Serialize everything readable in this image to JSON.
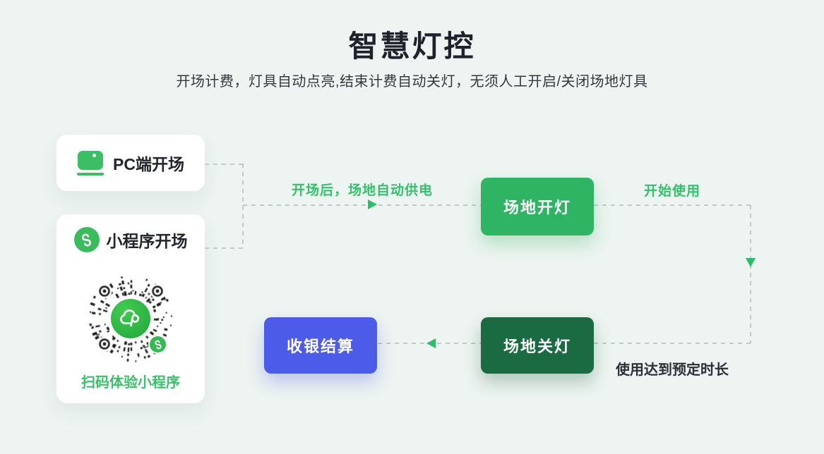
{
  "header": {
    "title": "智慧灯控",
    "subtitle": "开场计费，灯具自动点亮,结束计费自动关灯，无须人工开启/关闭场地灯具"
  },
  "cards": {
    "pc": {
      "label": "PC端开场",
      "icon": "monitor-icon"
    },
    "mini": {
      "label": "小程序开场",
      "icon": "miniprogram-icon",
      "qr_caption": "扫码体验小程序",
      "qr_center_icon": "cloud-logo-icon",
      "qr_badge_icon": "miniprogram-badge-icon"
    }
  },
  "flow": {
    "nodes": {
      "light_on": "场地开灯",
      "light_off": "场地关灯",
      "checkout": "收银结算"
    },
    "labels": {
      "power_on": "开场后，场地自动供电",
      "start_use": "开始使用",
      "duration": "使用达到预定时长"
    }
  },
  "colors": {
    "background": "#EDF4F1",
    "brand_green": "#3CBE64",
    "flow_label_green": "#35C06E",
    "arrow_green": "#2FBE68",
    "node_green": "#2FB464",
    "node_dark_green": "#1A6B41",
    "node_blue": "#4D5BE9",
    "dash_gray": "#C3C8CA",
    "title_text": "#1E222A",
    "qr_caption_green": "#3CBE6B"
  }
}
